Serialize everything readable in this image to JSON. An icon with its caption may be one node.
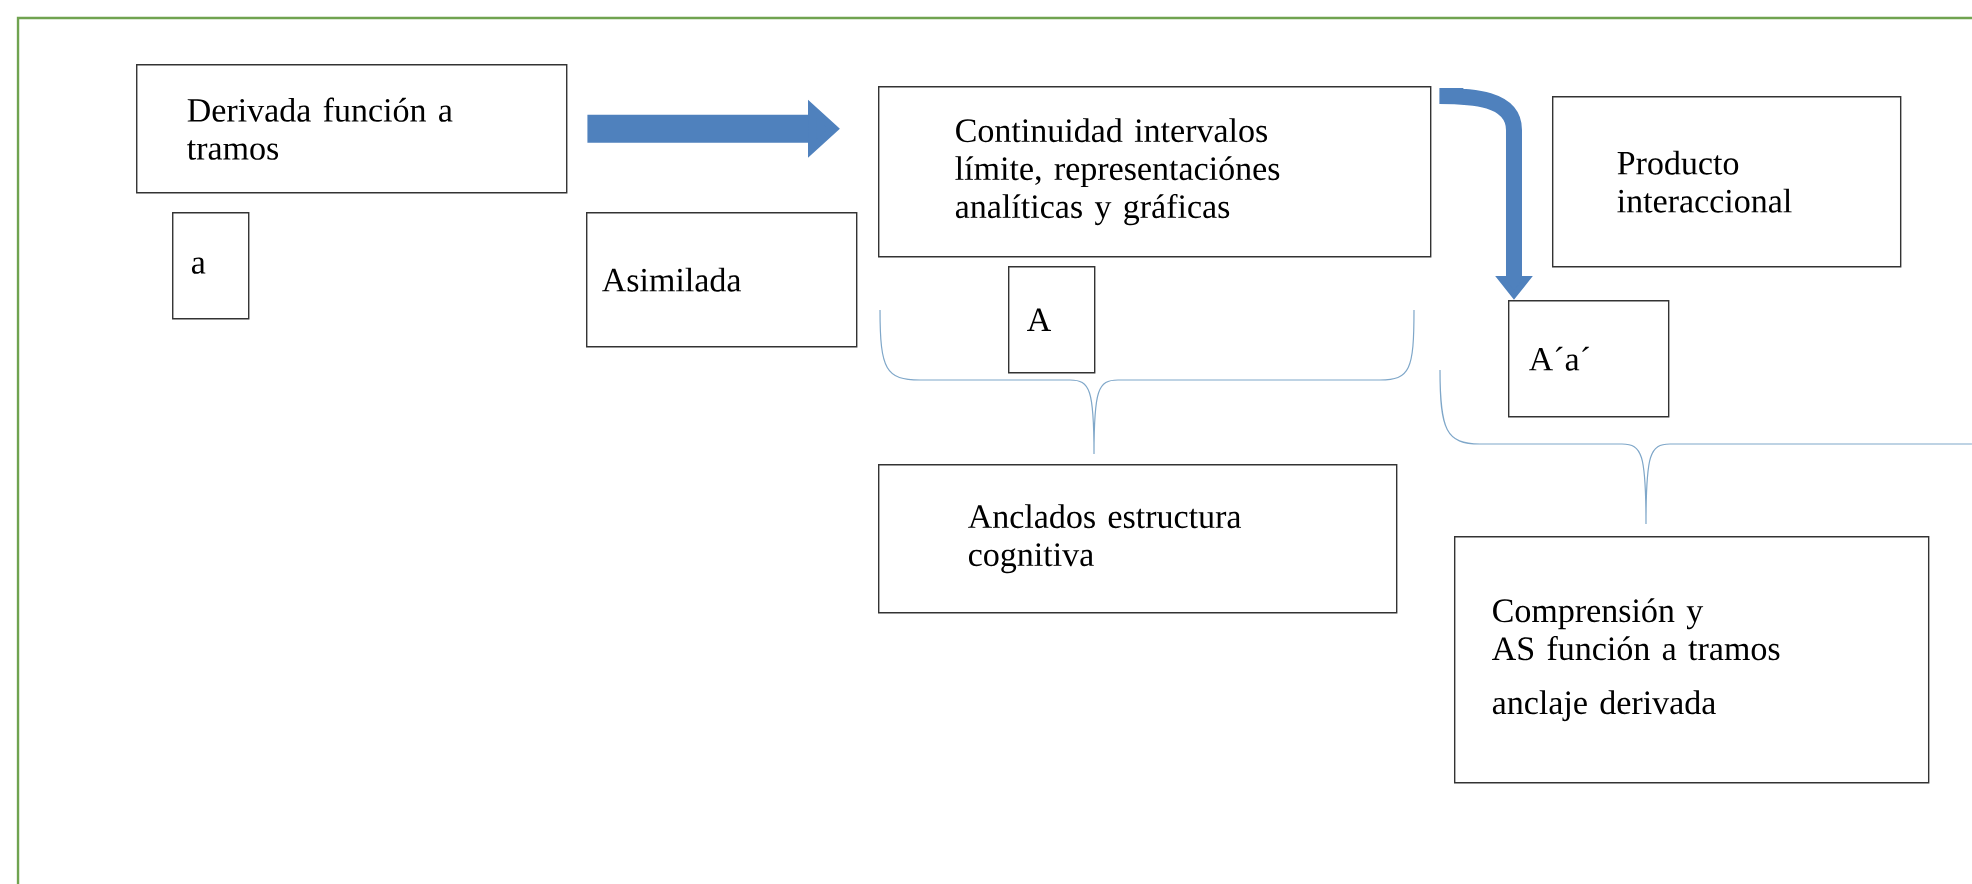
{
  "diagram": {
    "nodes": [
      {
        "text": [
          "Derivada función a tramos"
        ]
      },
      {
        "text": [
          "a"
        ]
      },
      {
        "text": [
          "Asimilada"
        ]
      },
      {
        "text": [
          "Continuidad intervalos límite, representaciónes analíticas y gráficas"
        ]
      },
      {
        "text": [
          "Producto interaccional"
        ]
      },
      {
        "text": [
          "A"
        ]
      },
      {
        "text": [
          "A´a´"
        ]
      },
      {
        "text": [
          "Anclados estructura cognitiva"
        ]
      },
      {
        "text": [
          "Comprensión y",
          "AS función a tramos",
          "anclaje derivada"
        ]
      }
    ],
    "edges": [
      {
        "from": 0,
        "to": 3,
        "arrow": "to"
      },
      {
        "from": 3,
        "to": 6,
        "arrow": "to"
      }
    ]
  }
}
